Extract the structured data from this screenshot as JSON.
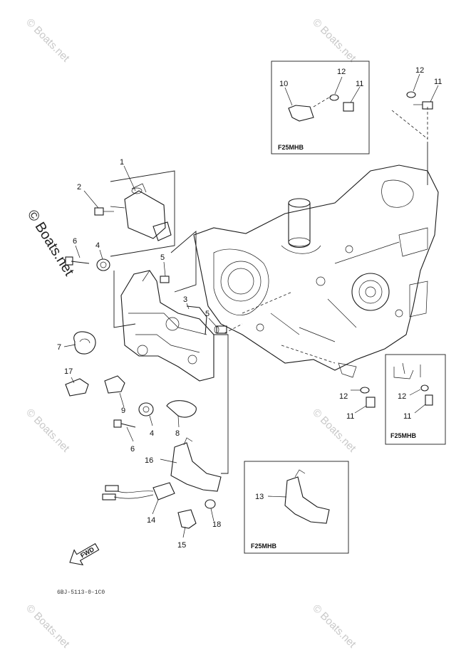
{
  "watermark": {
    "text": "© Boats.net",
    "large_text": "© Boats.net"
  },
  "callouts": {
    "c1": "1",
    "c2": "2",
    "c3": "3",
    "c4a": "4",
    "c4b": "4",
    "c5a": "5",
    "c5b": "5",
    "c6a": "6",
    "c6b": "6",
    "c7": "7",
    "c8": "8",
    "c9": "9",
    "c10": "10",
    "c11a": "11",
    "c11b": "11",
    "c11c": "11",
    "c11d": "11",
    "c12a": "12",
    "c12b": "12",
    "c12c": "12",
    "c12d": "12",
    "c13": "13",
    "c14": "14",
    "c15": "15",
    "c16": "16",
    "c17": "17",
    "c18": "18"
  },
  "variant_boxes": {
    "top_label": "F25MHB",
    "right_label": "F25MHB",
    "bottom_label": "F25MHB"
  },
  "fwd_arrow": {
    "label": "FWD"
  },
  "drawing_code": "6BJ-5113-0-1C0"
}
